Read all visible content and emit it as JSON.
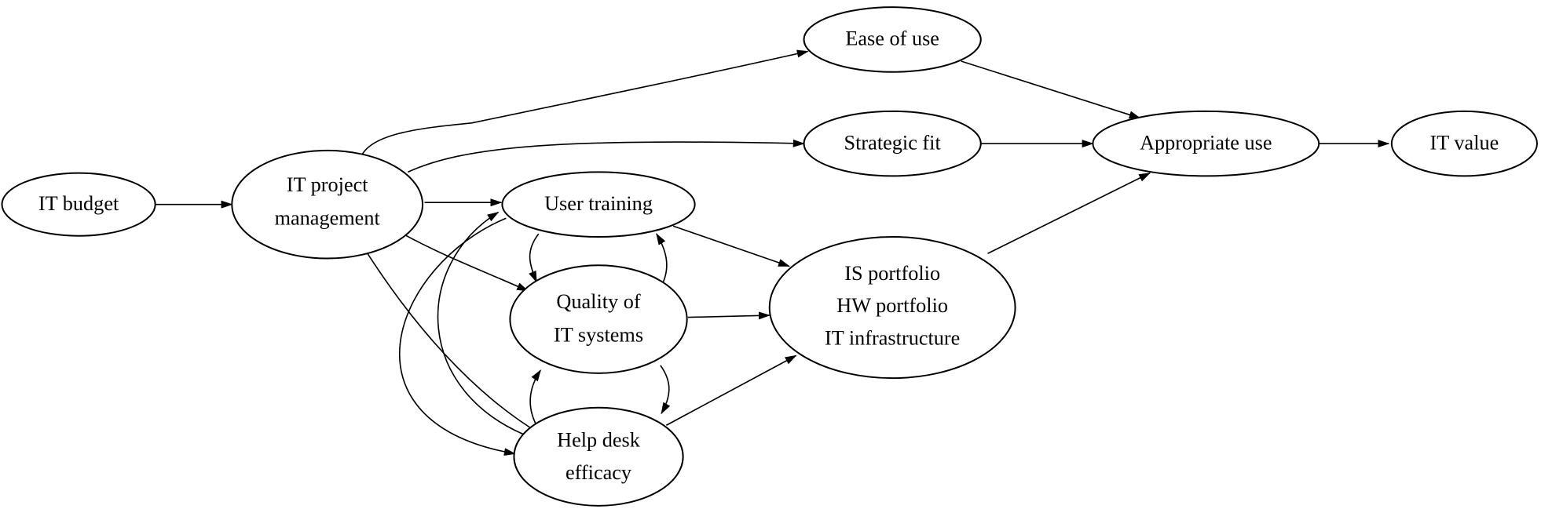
{
  "diagram": {
    "nodes": {
      "it_budget": {
        "lines": [
          "IT budget"
        ]
      },
      "it_project_management": {
        "lines": [
          "IT project",
          "management"
        ]
      },
      "ease_of_use": {
        "lines": [
          "Ease of use"
        ]
      },
      "strategic_fit": {
        "lines": [
          "Strategic fit"
        ]
      },
      "appropriate_use": {
        "lines": [
          "Appropriate use"
        ]
      },
      "it_value": {
        "lines": [
          "IT value"
        ]
      },
      "user_training": {
        "lines": [
          "User training"
        ]
      },
      "quality_of_it_systems": {
        "lines": [
          "Quality of",
          "IT systems"
        ]
      },
      "portfolio": {
        "lines": [
          "IS portfolio",
          "HW portfolio",
          "IT infrastructure"
        ]
      },
      "help_desk_efficacy": {
        "lines": [
          "Help desk",
          "efficacy"
        ]
      }
    },
    "edges": [
      [
        "it_budget",
        "it_project_management"
      ],
      [
        "it_project_management",
        "ease_of_use"
      ],
      [
        "it_project_management",
        "strategic_fit"
      ],
      [
        "it_project_management",
        "user_training"
      ],
      [
        "it_project_management",
        "quality_of_it_systems"
      ],
      [
        "it_project_management",
        "help_desk_efficacy"
      ],
      [
        "ease_of_use",
        "appropriate_use"
      ],
      [
        "strategic_fit",
        "appropriate_use"
      ],
      [
        "appropriate_use",
        "it_value"
      ],
      [
        "portfolio",
        "appropriate_use"
      ],
      [
        "user_training",
        "portfolio"
      ],
      [
        "quality_of_it_systems",
        "portfolio"
      ],
      [
        "help_desk_efficacy",
        "portfolio"
      ],
      [
        "user_training",
        "quality_of_it_systems"
      ],
      [
        "quality_of_it_systems",
        "user_training"
      ],
      [
        "quality_of_it_systems",
        "help_desk_efficacy"
      ],
      [
        "help_desk_efficacy",
        "quality_of_it_systems"
      ],
      [
        "user_training",
        "help_desk_efficacy"
      ],
      [
        "help_desk_efficacy",
        "user_training"
      ]
    ]
  }
}
